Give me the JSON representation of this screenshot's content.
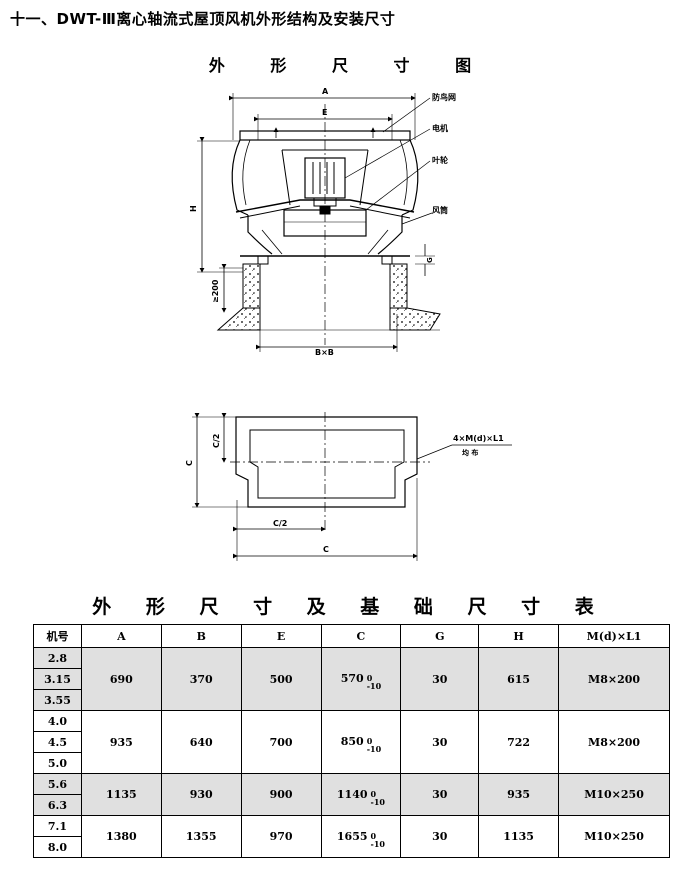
{
  "page_title": "十一、DWT-Ⅲ离心轴流式屋顶风机外形结构及安装尺寸",
  "drawing_title": "外 形 尺 寸 图",
  "drawing_labels": {
    "A": "A",
    "E": "E",
    "H": "H",
    "G": "G",
    "min200": "≥200",
    "BxB": "B×B",
    "bird_net": "防鸟网",
    "motor": "电机",
    "impeller": "叶轮",
    "duct": "风筒",
    "C": "C",
    "C_half_v": "C/2",
    "C_half_h": "C/2",
    "bolt": "4×M(d)×L1",
    "even": "均 布"
  },
  "table_title": "外 形 尺 寸 及 基 础 尺 寸 表",
  "table": {
    "headers": [
      "机号",
      "A",
      "B",
      "E",
      "C",
      "G",
      "H",
      "M(d)×L1"
    ],
    "groups": [
      {
        "nos": [
          "2.8",
          "3.15",
          "3.55"
        ],
        "A": "690",
        "B": "370",
        "E": "500",
        "C": "570",
        "C_tol_upper": "0",
        "C_tol_lower": "-10",
        "G": "30",
        "H": "615",
        "M": "M8×200"
      },
      {
        "nos": [
          "4.0",
          "4.5",
          "5.0"
        ],
        "A": "935",
        "B": "640",
        "E": "700",
        "C": "850",
        "C_tol_upper": "0",
        "C_tol_lower": "-10",
        "G": "30",
        "H": "722",
        "M": "M8×200"
      },
      {
        "nos": [
          "5.6",
          "6.3"
        ],
        "A": "1135",
        "B": "930",
        "E": "900",
        "C": "1140",
        "C_tol_upper": "0",
        "C_tol_lower": "-10",
        "G": "30",
        "H": "935",
        "M": "M10×250"
      },
      {
        "nos": [
          "7.1",
          "8.0"
        ],
        "A": "1380",
        "B": "1355",
        "E": "970",
        "C": "1655",
        "C_tol_upper": "0",
        "C_tol_lower": "-10",
        "G": "30",
        "H": "1135",
        "M": "M10×250"
      }
    ]
  }
}
